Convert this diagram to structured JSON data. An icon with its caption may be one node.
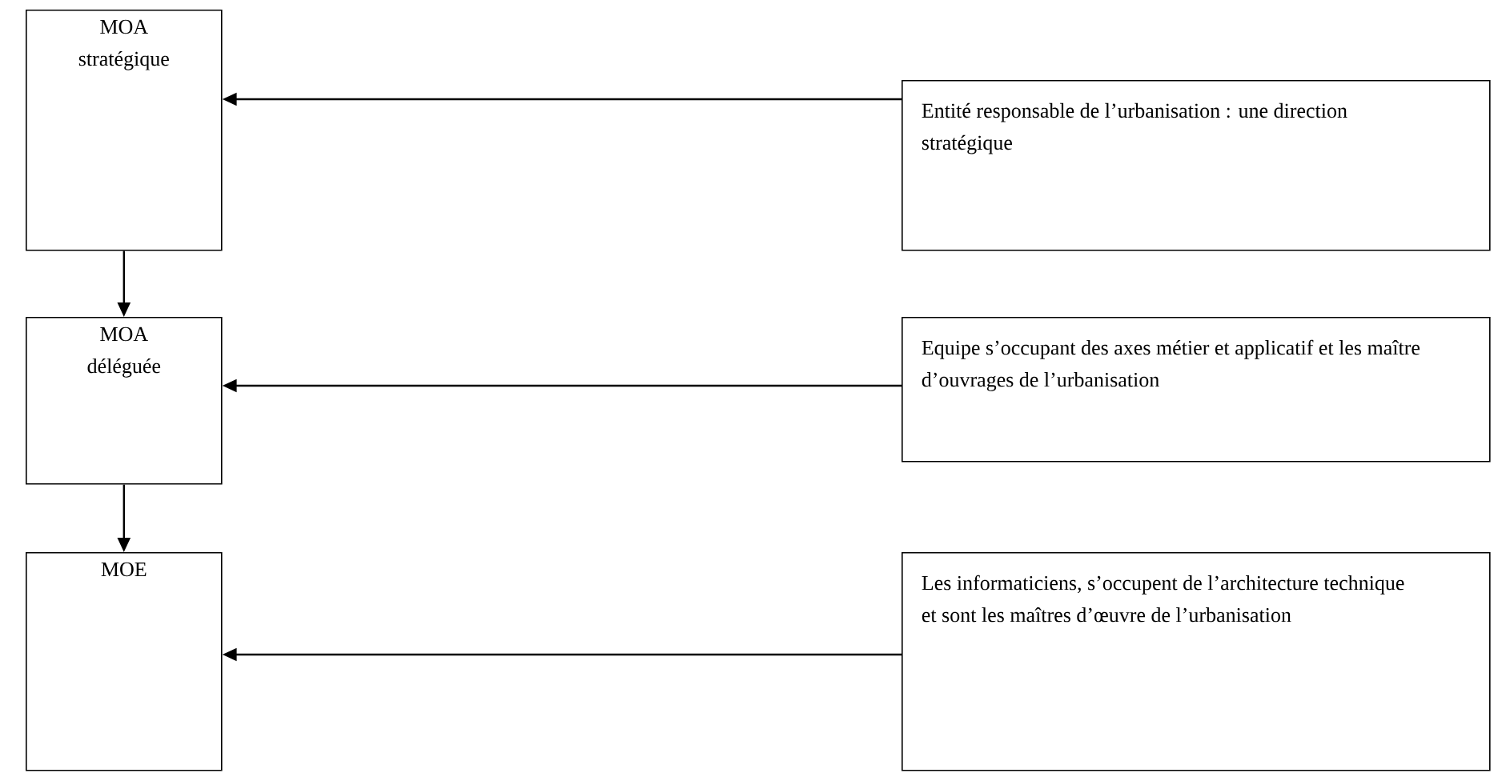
{
  "diagram": {
    "nodes": [
      {
        "text": [
          "MOA stratégique"
        ]
      },
      {
        "text": [
          "Entité responsable de l’urbanisation : une direction stratégique"
        ]
      },
      {
        "text": [
          "MOA déléguée"
        ]
      },
      {
        "text": [
          "Equipe s’occupant des axes métier et applicatif et les maître d’ouvrages de l’urbanisation"
        ]
      },
      {
        "text": [
          "MOE"
        ]
      },
      {
        "text": [
          "Les informaticiens, s’occupent de l’architecture technique et sont les maîtres d’œuvre de l’urbanisation"
        ]
      }
    ],
    "edges": [
      {
        "from": 1,
        "to": 0,
        "arrow": "to"
      },
      {
        "from": 0,
        "to": 2,
        "arrow": "to"
      },
      {
        "from": 3,
        "to": 2,
        "arrow": "to"
      },
      {
        "from": 2,
        "to": 4,
        "arrow": "to"
      },
      {
        "from": 5,
        "to": 4,
        "arrow": "to"
      }
    ]
  }
}
